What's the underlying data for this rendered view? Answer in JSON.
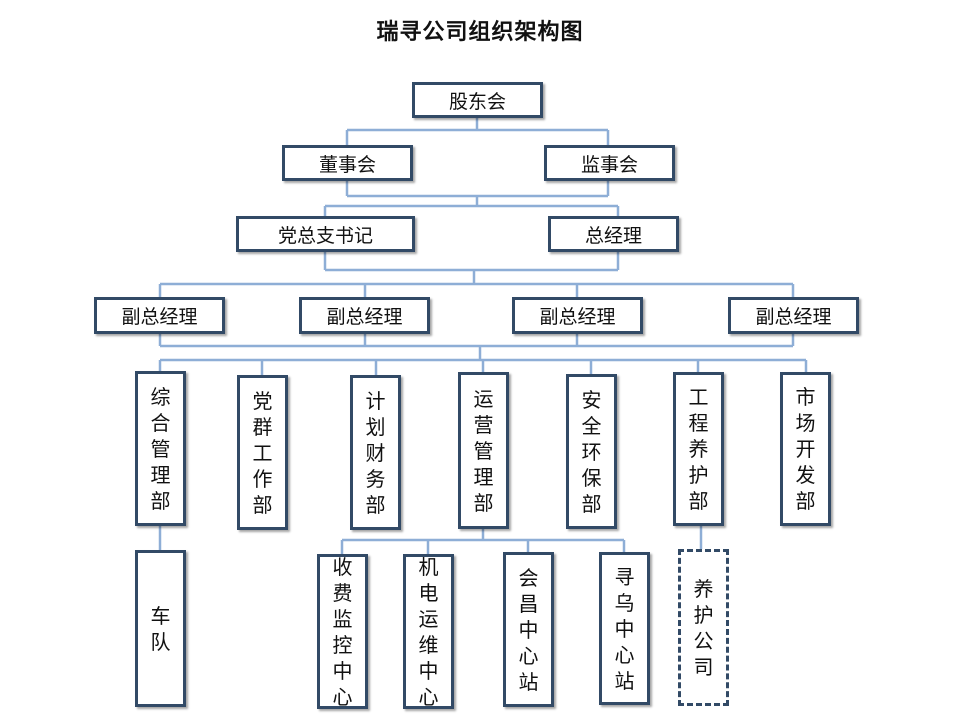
{
  "title": "瑞寻公司组织架构图",
  "level1": {
    "shareholders": "股东会"
  },
  "level2": {
    "board": "董事会",
    "supervisory": "监事会"
  },
  "level3": {
    "party_secretary": "党总支书记",
    "general_manager": "总经理"
  },
  "level4": {
    "vice_gm": [
      "副总经理",
      "副总经理",
      "副总经理",
      "副总经理"
    ]
  },
  "departments": [
    "综合管理部",
    "党群工作部",
    "计划财务部",
    "运营管理部",
    "安全环保部",
    "工程养护部",
    "市场开发部"
  ],
  "sub_units": {
    "fleet": "车队",
    "toll_monitoring": "收费监控中心",
    "mech_elec": "机电运维中心",
    "huichang": "会昌中心站",
    "xunwu": "寻乌中心站",
    "maintenance_company": "养护公司"
  },
  "colors": {
    "line": "#8eaed6",
    "border": "#324a66"
  }
}
